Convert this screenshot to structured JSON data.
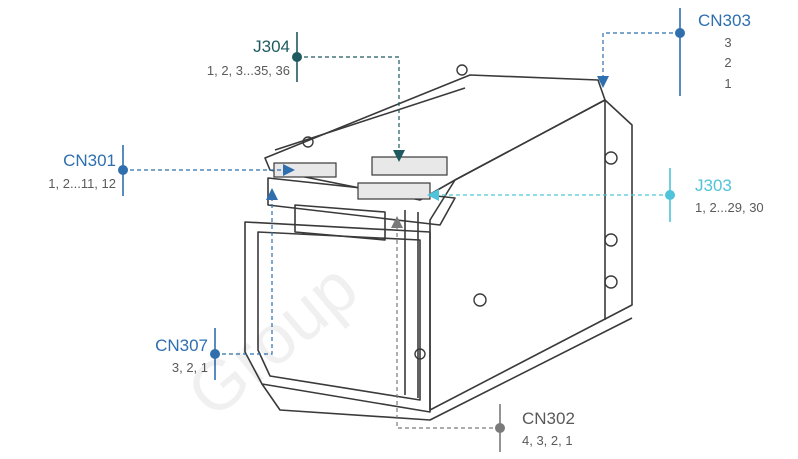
{
  "watermark": "Group",
  "colors": {
    "dark_teal": "#1e5a5f",
    "blue": "#2f6fae",
    "light_cyan": "#4fc3d9",
    "gray": "#7a7a7a",
    "outline": "#3a3a3a"
  },
  "callouts": {
    "j304": {
      "name": "J304",
      "pins": "1, 2, 3...35, 36"
    },
    "cn303": {
      "name": "CN303",
      "pins": [
        "3",
        "2",
        "1"
      ]
    },
    "cn301": {
      "name": "CN301",
      "pins": "1, 2...11, 12"
    },
    "j303": {
      "name": "J303",
      "pins": "1, 2...29, 30"
    },
    "cn307": {
      "name": "CN307",
      "pins": "3, 2, 1"
    },
    "cn302": {
      "name": "CN302",
      "pins": "4, 3, 2, 1"
    }
  }
}
